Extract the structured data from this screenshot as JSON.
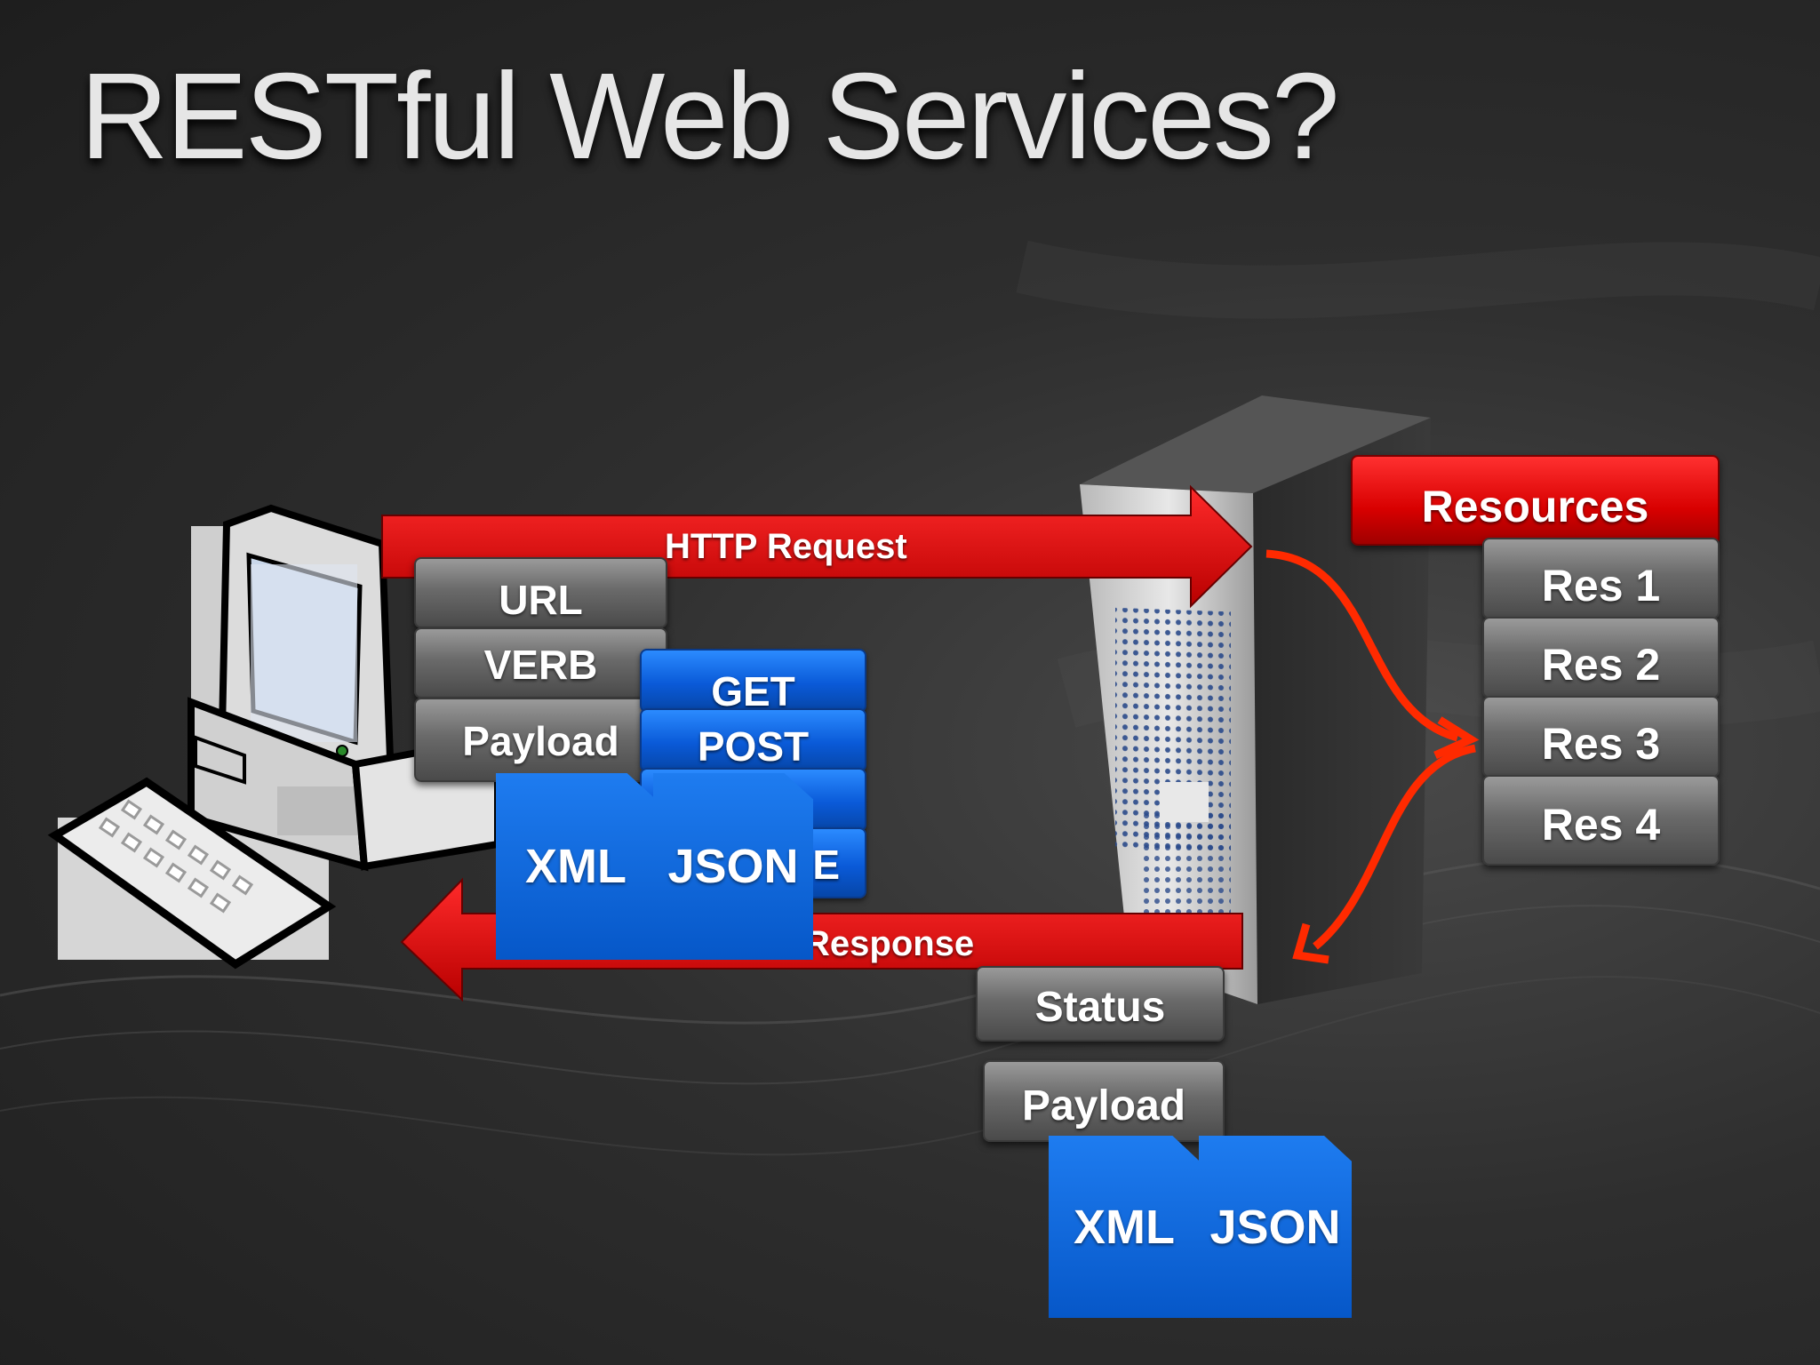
{
  "slide": {
    "title": "RESTful Web Services?"
  },
  "request": {
    "label": "HTTP Request",
    "parts": [
      "URL",
      "VERB",
      "Payload"
    ],
    "verbs": [
      "GET",
      "POST",
      "E"
    ],
    "formats": [
      "XML",
      "JSON"
    ]
  },
  "response": {
    "label": "Response",
    "parts": [
      "Status",
      "Payload"
    ],
    "formats": [
      "XML",
      "JSON"
    ]
  },
  "resources": {
    "header": "Resources",
    "items": [
      "Res 1",
      "Res 2",
      "Res 3",
      "Res 4"
    ]
  },
  "colors": {
    "accent_red": "#e00000",
    "accent_blue": "#0a6ae8",
    "box_gray": "#6a6a6a"
  },
  "icons": {
    "client": "computer-icon",
    "server": "server-tower-icon"
  }
}
